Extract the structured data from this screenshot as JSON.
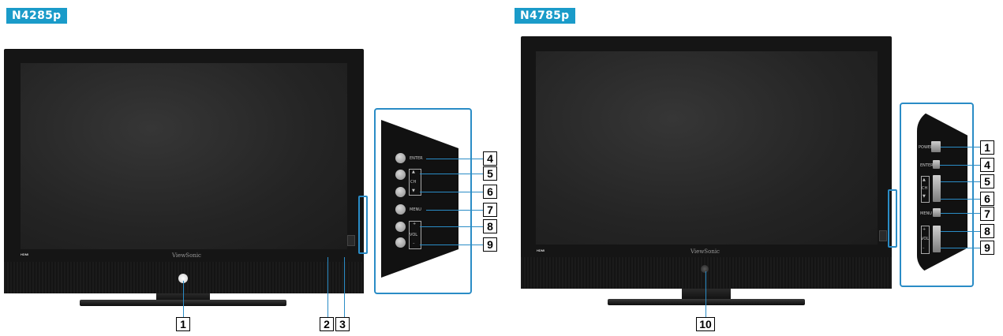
{
  "models": {
    "left": {
      "name": "N4285p",
      "brand": "ViewSonic",
      "hdmi": "HDMI"
    },
    "right": {
      "name": "N4785p",
      "brand": "ViewSonic",
      "hdmi": "HDMI"
    }
  },
  "left_panel_labels": {
    "enter": "ENTER",
    "ch": "CH",
    "ch_up": "▲",
    "ch_down": "▼",
    "menu": "MENU",
    "vol": "VOL",
    "vol_up": "+",
    "vol_down": "–"
  },
  "right_panel_labels": {
    "power": "POWER",
    "enter": "ENTER",
    "ch": "CH",
    "ch_up": "▲",
    "ch_down": "▼",
    "menu": "MENU",
    "vol": "VOL",
    "vol_up": "+",
    "vol_down": "–"
  },
  "callouts": {
    "left": {
      "bottom": [
        "1",
        "2",
        "3"
      ],
      "panel": [
        "4",
        "5",
        "6",
        "7",
        "8",
        "9"
      ]
    },
    "right": {
      "bottom": [
        "10"
      ],
      "panel": [
        "1",
        "4",
        "5",
        "6",
        "7",
        "8",
        "9"
      ]
    }
  },
  "colors": {
    "accent": "#1a9bc9",
    "bracket": "#2a8cc6",
    "tv_body": "#151515"
  }
}
